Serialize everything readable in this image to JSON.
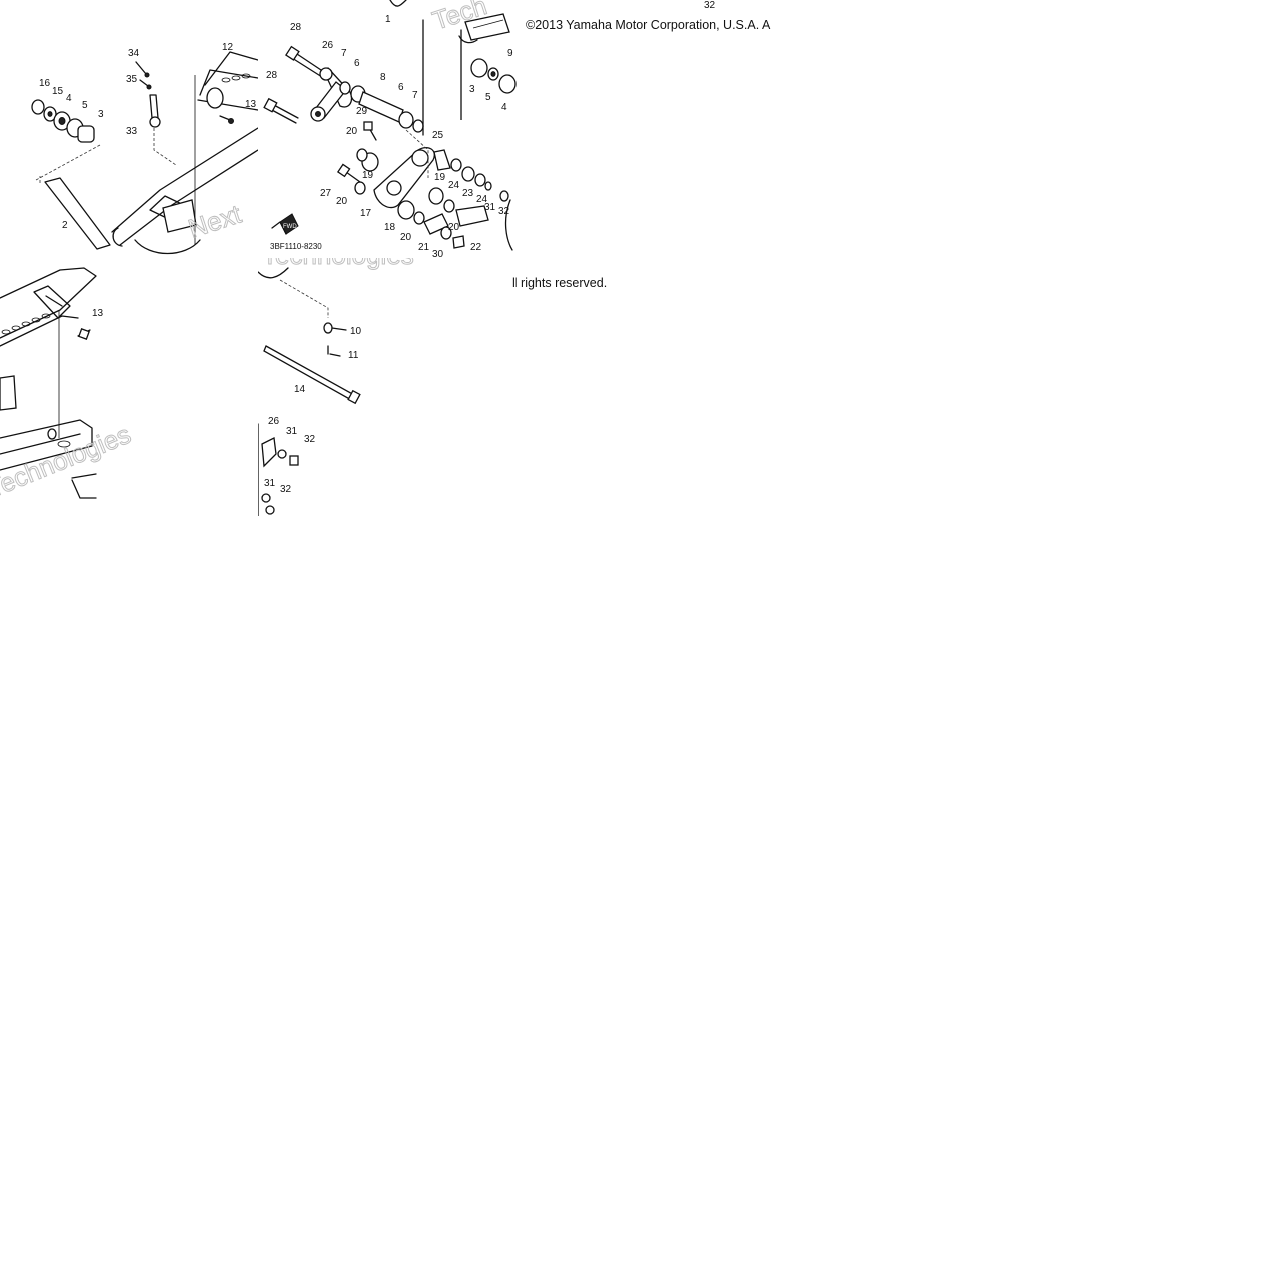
{
  "copyright_text": "©2013 Yamaha Motor Corporation, U.S.A. A",
  "rights_text": "ll rights reserved.",
  "drawing_code": "3BF1110-8230",
  "fwd_label": "FWD",
  "watermark_texts": [
    "Next",
    "Technologies",
    "Tech"
  ],
  "callouts": {
    "t1": [
      "34",
      "35",
      "33",
      "16",
      "15",
      "4",
      "5",
      "3",
      "12",
      "13",
      "2"
    ],
    "t2": [
      "28",
      "26",
      "7",
      "6",
      "8",
      "6",
      "7",
      "28",
      "29",
      "20",
      "19",
      "27",
      "20",
      "17",
      "25",
      "19",
      "24",
      "23",
      "24",
      "18",
      "20",
      "21",
      "20",
      "30",
      "22",
      "31",
      "32",
      "1"
    ],
    "t3": [
      "9",
      "3",
      "5",
      "4",
      "32"
    ],
    "t4": [
      "13"
    ],
    "t5": [
      "10",
      "11",
      "14",
      "26",
      "31",
      "32",
      "31",
      "32"
    ]
  }
}
